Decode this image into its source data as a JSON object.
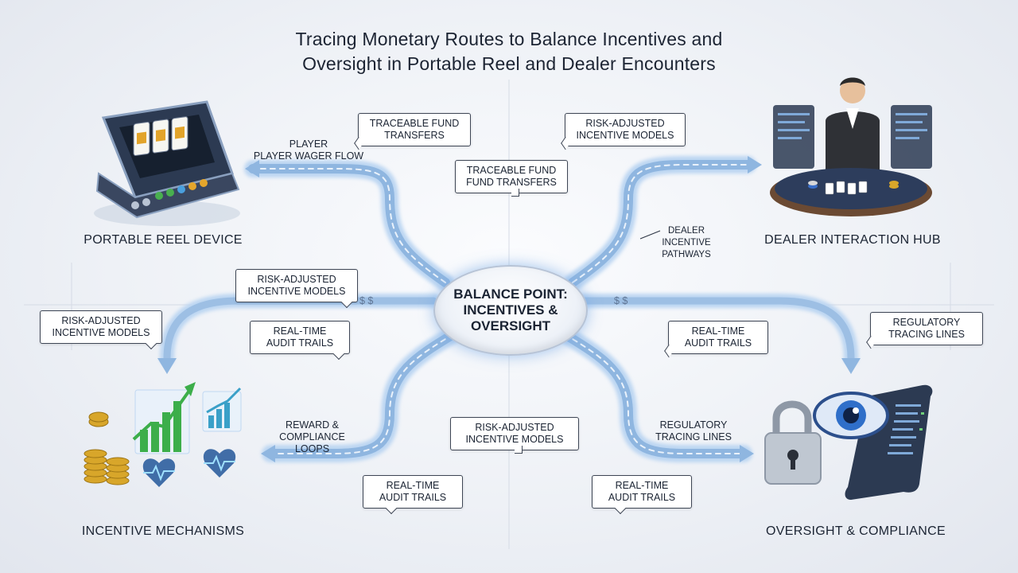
{
  "title_line1": "Tracing Monetary Routes to Balance Incentives and",
  "title_line2": "Oversight in Portable Reel and Dealer Encounters",
  "center": {
    "line1": "BALANCE POINT:",
    "line2": "INCENTIVES &",
    "line3": "OVERSIGHT"
  },
  "hubs": {
    "portable_reel": "PORTABLE REEL DEVICE",
    "dealer_hub": "DEALER INTERACTION HUB",
    "incentive": "INCENTIVE MECHANISMS",
    "oversight": "OVERSIGHT & COMPLIANCE"
  },
  "labels": {
    "player_line1": "PLAYER",
    "player_line2": "PLAYER WAGER FLOW",
    "dealer_line1": "DEALER",
    "dealer_line2": "INCENTIVE",
    "dealer_line3": "PATHWAYS",
    "reward_line1": "REWARD &",
    "reward_line2": "COMPLIANCE LOOPS",
    "regulatory_line1": "REGULATORY",
    "regulatory_line2": "TRACING LINES",
    "currency_left": "$ $",
    "currency_right": "$ $"
  },
  "callouts": {
    "c1": {
      "line1": "TRACEABLE FUND",
      "line2": "TRANSFERS"
    },
    "c2": {
      "line1": "RISK-ADJUSTED",
      "line2": "INCENTIVE MODELS"
    },
    "c3": {
      "line1": "TRACEABLE FUND",
      "line2": "FUND TRANSFERS"
    },
    "c4": {
      "line1": "RISK-ADJUSTED",
      "line2": "INCENTIVE MODELS"
    },
    "c5": {
      "line1": "RISK-ADJUSTED",
      "line2": "INCENTIVE MODELS"
    },
    "c6": {
      "line1": "REAL-TIME",
      "line2": "AUDIT TRAILS"
    },
    "c7": {
      "line1": "REAL-TIME",
      "line2": "AUDIT TRAILS"
    },
    "c8": {
      "line1": "REGULATORY",
      "line2": "TRACING LINES"
    },
    "c9": {
      "line1": "RISK-ADJUSTED",
      "line2": "INCENTIVE MODELS"
    },
    "c10": {
      "line1": "REAL-TIME",
      "line2": "AUDIT TRAILS"
    },
    "c11": {
      "line1": "REAL-TIME",
      "line2": "AUDIT TRAILS"
    }
  },
  "colors": {
    "route_blue": "#7fa9d8",
    "route_glow": "#bcd6f2",
    "dark_navy": "#2c3a52",
    "chart_green": "#3cae4a",
    "gold": "#d8a62a"
  }
}
